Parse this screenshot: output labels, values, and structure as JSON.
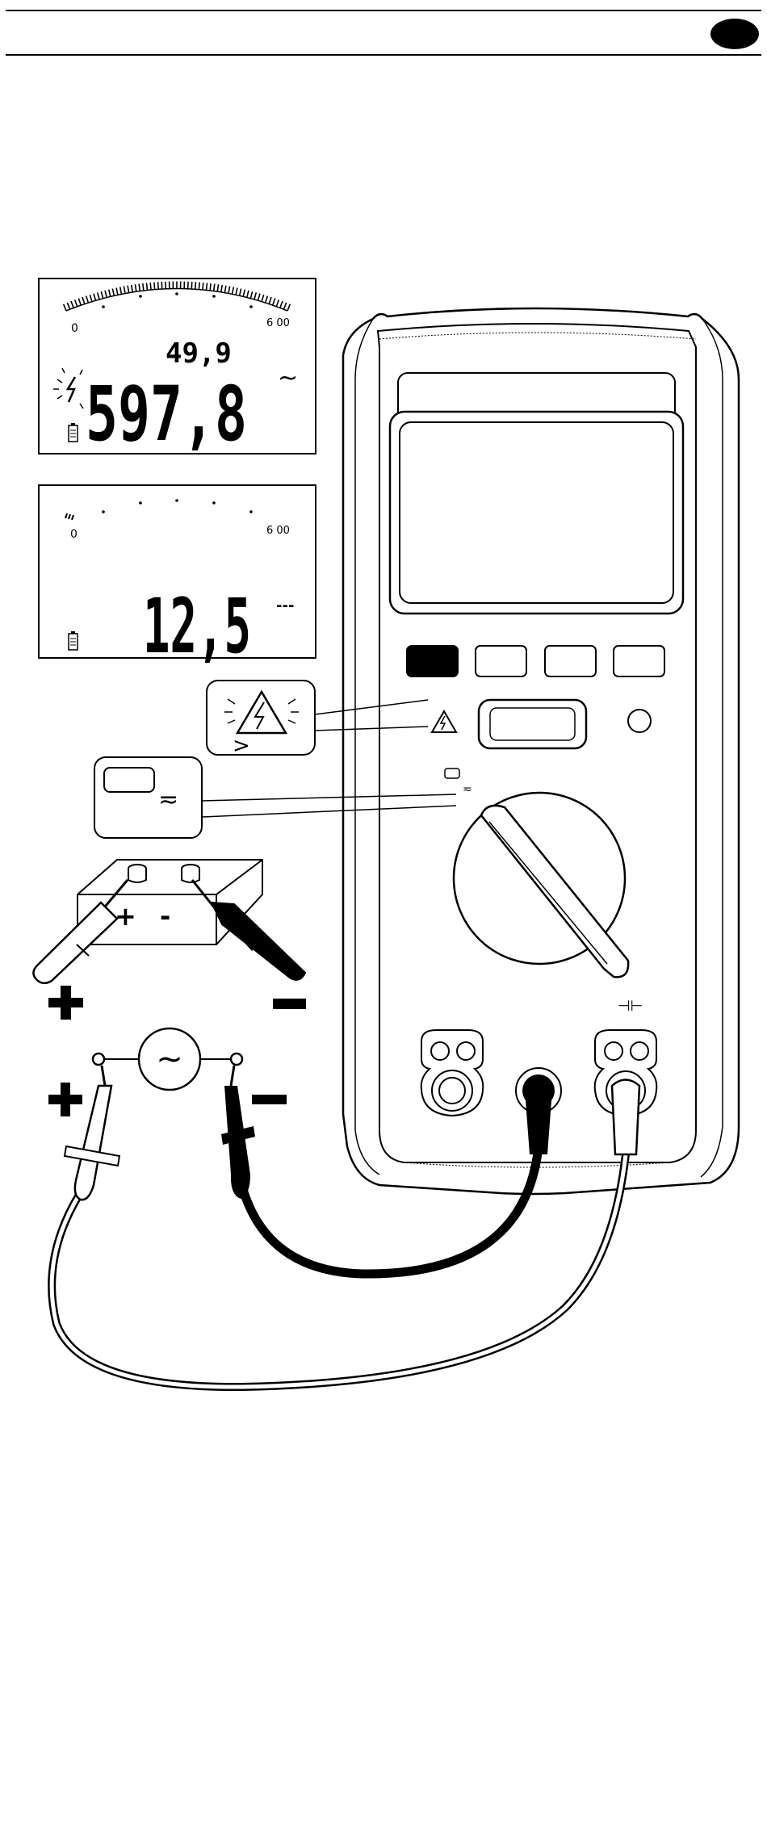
{
  "lcd_ac": {
    "scale_start": "0",
    "scale_end": "6 00",
    "secondary": "49,9",
    "main": "597,8",
    "mode_symbol": "~"
  },
  "lcd_dc": {
    "scale_start": "0",
    "scale_end": "6 00",
    "main": "12,5",
    "mode_symbol": "---"
  },
  "callouts": {
    "warning_gt": ">",
    "ac_dc_symbol": "≂"
  },
  "battery": {
    "plus": "+",
    "minus": "-"
  },
  "source": {
    "symbol": "~"
  },
  "meter": {
    "capacitor_symbol": "⊣⊢"
  },
  "colors": {
    "ink": "#000000",
    "paper": "#ffffff",
    "pill": "#000000"
  }
}
